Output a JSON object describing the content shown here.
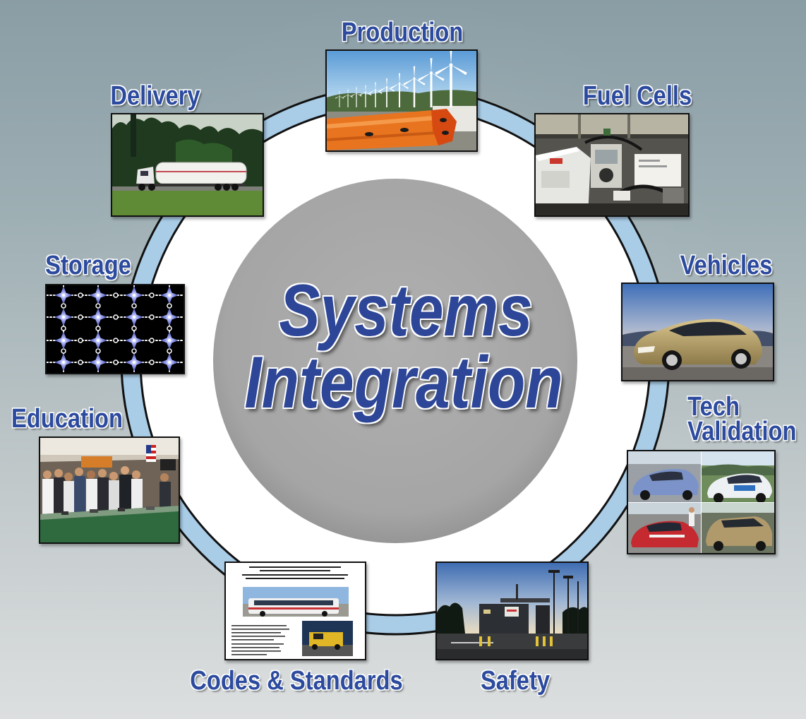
{
  "diagram": {
    "center_title": {
      "line1": "Systems",
      "line2": "Integration"
    },
    "nodes": {
      "production": {
        "label": "Production"
      },
      "fuel_cells": {
        "label": "Fuel Cells"
      },
      "vehicles": {
        "label": "Vehicles"
      },
      "tech_validation": {
        "label_line1": "Tech",
        "label_line2": "Validation"
      },
      "safety": {
        "label": "Safety"
      },
      "codes_standards": {
        "label": "Codes & Standards"
      },
      "education": {
        "label": "Education"
      },
      "storage": {
        "label": "Storage"
      },
      "delivery": {
        "label": "Delivery"
      }
    }
  },
  "colors": {
    "label_blue": "#2c4a9e",
    "ring_blue": "#a9cce7",
    "center_gray": "#a6a6a6",
    "background_top": "#8a9da5",
    "background_bottom": "#dcdfdf"
  }
}
